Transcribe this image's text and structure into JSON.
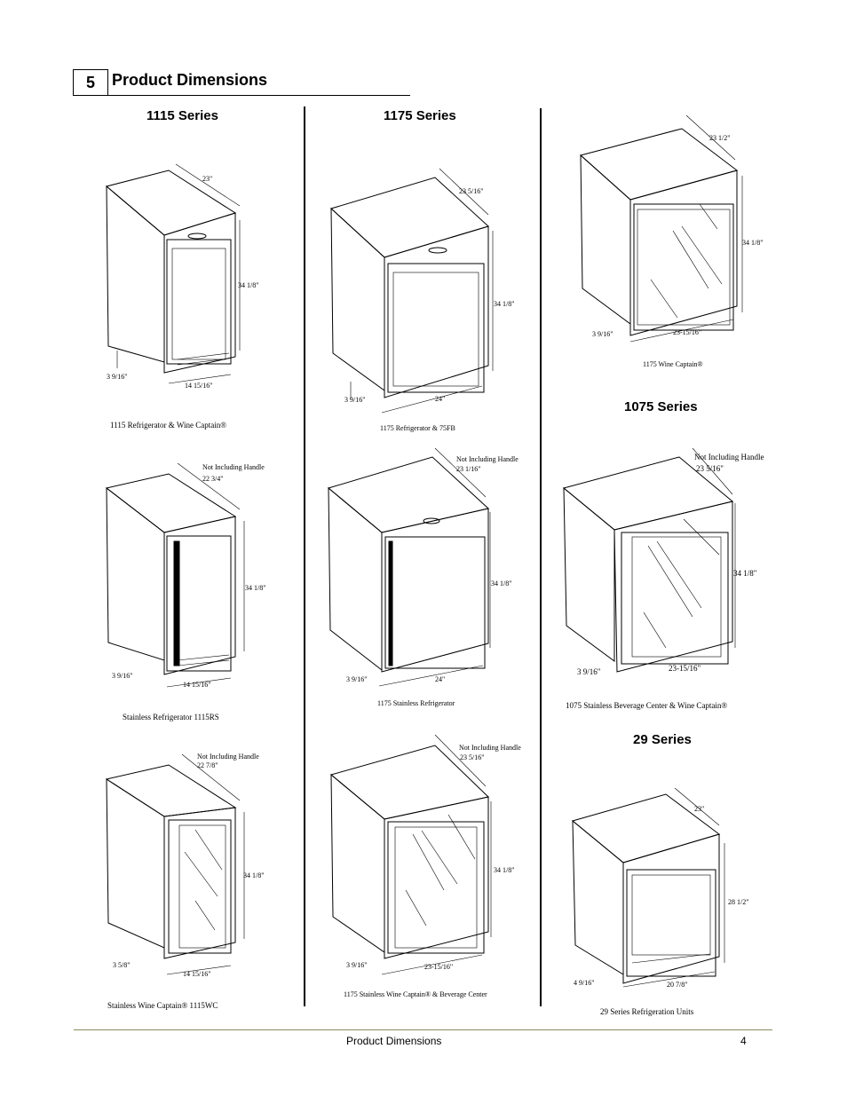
{
  "section": {
    "number": "5",
    "title": "Product Dimensions"
  },
  "series": {
    "s1115": "1115 Series",
    "s1175": "1175 Series",
    "s1075": "1075 Series",
    "s29": "29 Series"
  },
  "figures": [
    {
      "id": "f1115a",
      "caption": "1115 Refrigerator & Wine Captain®",
      "depth": "23\"",
      "height": "34 1/8\"",
      "base": "3 9/16\"",
      "width": "14 15/16\"",
      "note": ""
    },
    {
      "id": "f1175a",
      "caption": "1175 Refrigerator & 75FB",
      "depth": "23 5/16\"",
      "height": "34 1/8\"",
      "base": "3 9/16\"",
      "width": "24\"",
      "note": ""
    },
    {
      "id": "f1175wc",
      "caption": "1175 Wine Captain®",
      "depth": "23 1/2\"",
      "height": "34 1/8\"",
      "base": "3 9/16\"",
      "width": "23-15/16\"",
      "note": ""
    },
    {
      "id": "f1115rs",
      "caption": "Stainless Refrigerator 1115RS",
      "depth": "22 3/4\"",
      "height": "34 1/8\"",
      "base": "3 9/16\"",
      "width": "14 15/16\"",
      "note": "Not Including Handle"
    },
    {
      "id": "f1175sr",
      "caption": "1175 Stainless Refrigerator",
      "depth": "23 1/16\"",
      "height": "34 1/8\"",
      "base": "3 9/16\"",
      "width": "24\"",
      "note": "Not Including Handle"
    },
    {
      "id": "f1075",
      "caption": "1075 Stainless Beverage Center & Wine Captain®",
      "depth": "23 5/16\"",
      "height": "34 1/8\"",
      "base": "3 9/16\"",
      "width": "23-15/16\"",
      "note": "Not Including Handle"
    },
    {
      "id": "f1115wc",
      "caption": "Stainless Wine Captain® 1115WC",
      "depth": "22 7/8\"",
      "height": "34 1/8\"",
      "base": "3 5/8\"",
      "width": "14 15/16\"",
      "note": "Not Including Handle"
    },
    {
      "id": "f1175swc",
      "caption": "1175 Stainless Wine Captain® & Beverage Center",
      "depth": "23 5/16\"",
      "height": "34 1/8\"",
      "base": "3 9/16\"",
      "width": "23-15/16\"",
      "note": "Not Including Handle"
    },
    {
      "id": "f29",
      "caption": "29 Series Refrigeration Units",
      "depth": "23\"",
      "height": "28 1/2\"",
      "base": "4 9/16\"",
      "width": "20 7/8\"",
      "note": ""
    }
  ],
  "footer": {
    "title": "Product Dimensions",
    "page": "4"
  }
}
